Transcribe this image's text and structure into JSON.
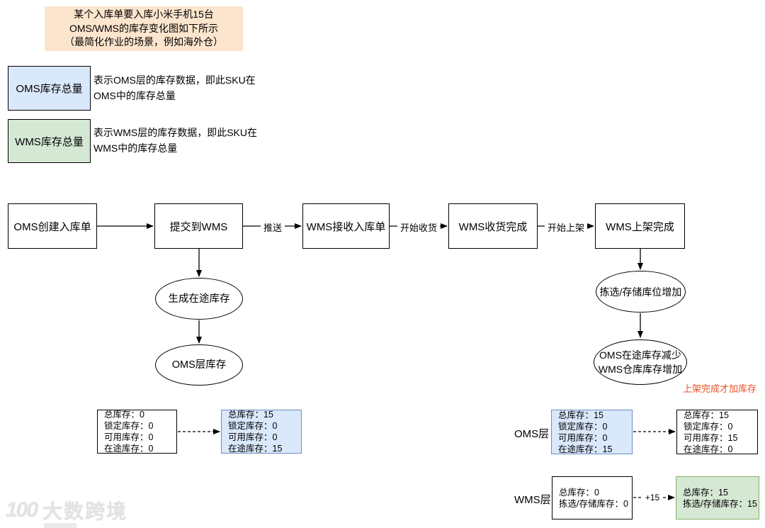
{
  "banner": {
    "lines": [
      "某个入库单要入库小米手机15台",
      "OMS/WMS的库存变化图如下所示",
      "（最简化作业的场景，例如海外仓）"
    ]
  },
  "legend": {
    "oms": {
      "label": "OMS库存总量",
      "desc_lines": [
        "表示OMS层的库存数据，即此SKU在",
        "OMS中的库存总量"
      ]
    },
    "wms": {
      "label": "WMS库存总量",
      "desc_lines": [
        "表示WMS层的库存数据，即此SKU在",
        "WMS中的库存总量"
      ]
    }
  },
  "flow": {
    "nodes": [
      "OMS创建入库单",
      "提交到WMS",
      "WMS接收入库单",
      "WMS收货完成",
      "WMS上架完成"
    ],
    "edge_labels": [
      "推送",
      "开始收货",
      "开始上架"
    ]
  },
  "ellipses": {
    "left_top": "生成在途库存",
    "left_bottom": "OMS层库存",
    "right_top": "拣选/存储库位增加",
    "right_bottom_lines": [
      "OMS在途库存减少",
      "WMS仓库库存增加"
    ]
  },
  "note": {
    "text": "上架完成才加库存",
    "color": "#ea4f27"
  },
  "states": {
    "row1": {
      "before_lines": [
        "总库存：0",
        "锁定库存：0",
        "可用库存：0",
        "在途库存：0"
      ],
      "after_lines": [
        "总库存：15",
        "锁定库存：0",
        "可用库存：0",
        "在途库存：15"
      ]
    },
    "oms": {
      "label": "OMS层",
      "before_lines": [
        "总库存：15",
        "锁定库存：0",
        "可用库存：0",
        "在途库存：15"
      ],
      "after_lines": [
        "总库存：15",
        "锁定库存：0",
        "可用库存：15",
        "在途库存：0"
      ]
    },
    "wms": {
      "label": "WMS层",
      "edge_label": "+15",
      "before_lines": [
        "总库存：0",
        "拣选/存储库存：0"
      ],
      "after_lines": [
        "总库存：15",
        "拣选/存储库存：15"
      ]
    }
  },
  "colors": {
    "banner_fill": "#fce5cd",
    "blue_fill": "#dae8fc",
    "blue_border": "#6c8ebf",
    "green_fill": "#d5e8d4",
    "green_border": "#82b366",
    "note_text": "#ea4f27"
  },
  "watermark": {
    "logo": "100",
    "text": "大数跨境"
  }
}
